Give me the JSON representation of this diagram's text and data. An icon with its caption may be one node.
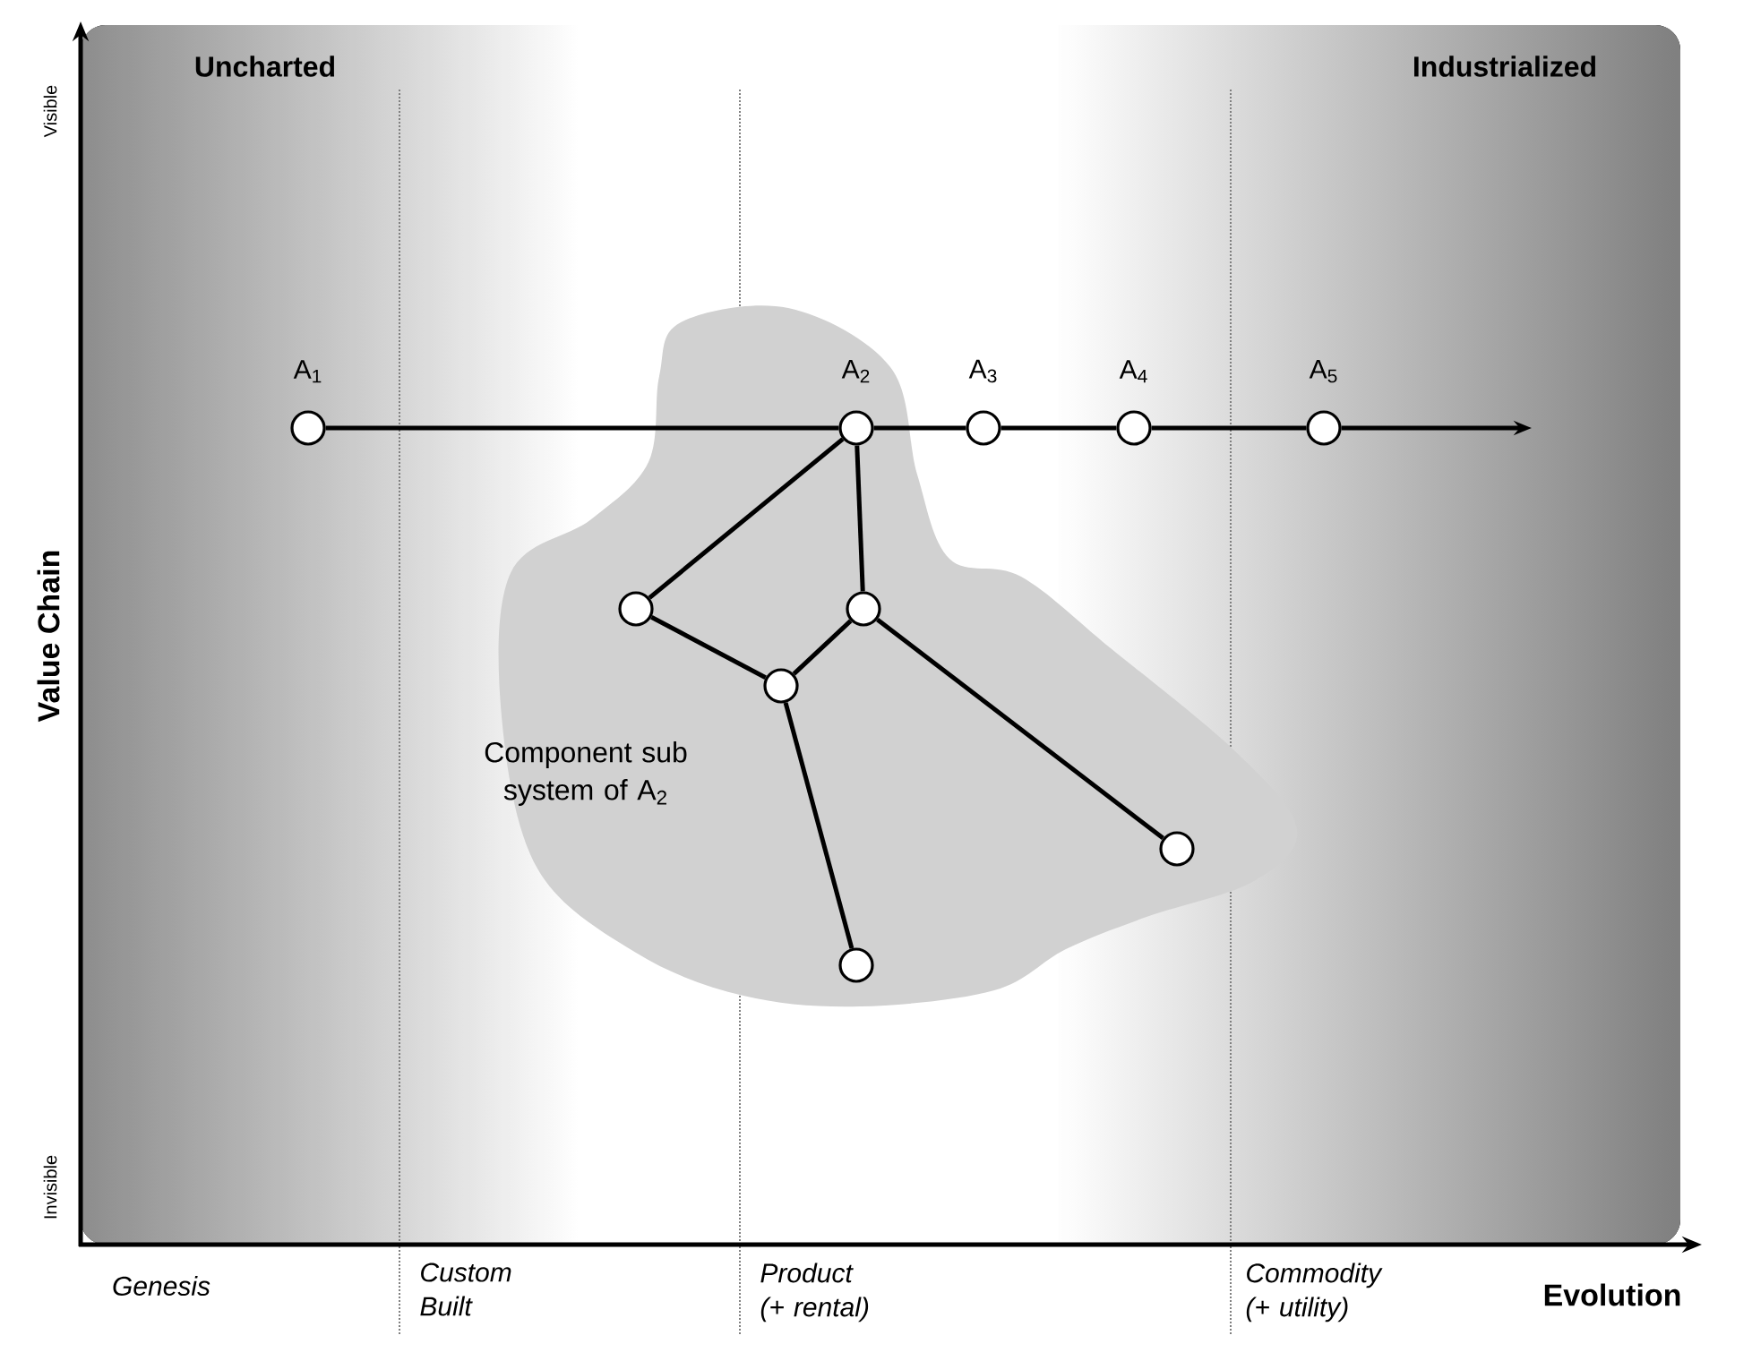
{
  "diagram": {
    "nodes": [
      {
        "text": [
          "A$_{1}$"
        ]
      },
      {
        "text": [
          "Component sub system of A$_{2}$"
        ]
      },
      {
        "text": [
          "A$_{2}$"
        ],
        "in": 1
      },
      {
        "text": [
          "A$_{3}$"
        ]
      },
      {
        "text": [
          "A$_{4}$"
        ]
      },
      {
        "text": [
          "A$_{5}$"
        ]
      },
      {
        "text": [],
        "shape": "circle",
        "in": 1
      },
      {
        "text": [],
        "shape": "circle",
        "in": 1
      },
      {
        "text": [],
        "shape": "circle",
        "in": 1
      },
      {
        "text": [],
        "shape": "circle",
        "in": 1
      },
      {
        "text": [],
        "shape": "circle",
        "in": 1
      }
    ],
    "edges": [
      {
        "from": 0,
        "to": 2,
        "arrow": "none"
      },
      {
        "from": 2,
        "to": 3,
        "arrow": "none"
      },
      {
        "from": 3,
        "to": 4,
        "arrow": "none"
      },
      {
        "from": 4,
        "to": 5,
        "arrow": "none"
      },
      {
        "from": 5,
        "to": null,
        "arrow": "to"
      },
      {
        "from": 2,
        "to": 6,
        "arrow": "none"
      },
      {
        "from": 2,
        "to": 7,
        "arrow": "none"
      },
      {
        "from": 6,
        "to": 8,
        "arrow": "none"
      },
      {
        "from": 7,
        "to": 8,
        "arrow": "none"
      },
      {
        "from": 7,
        "to": 9,
        "arrow": "none"
      },
      {
        "from": 8,
        "to": 10,
        "arrow": "none"
      }
    ],
    "labels": [
      "Uncharted",
      "Industrialized",
      "Visible",
      "Value Chain",
      "Invisible",
      "Genesis",
      "Custom Built",
      "Product (+ rental)",
      "Commodity (+ utility)",
      "Evolution"
    ]
  }
}
